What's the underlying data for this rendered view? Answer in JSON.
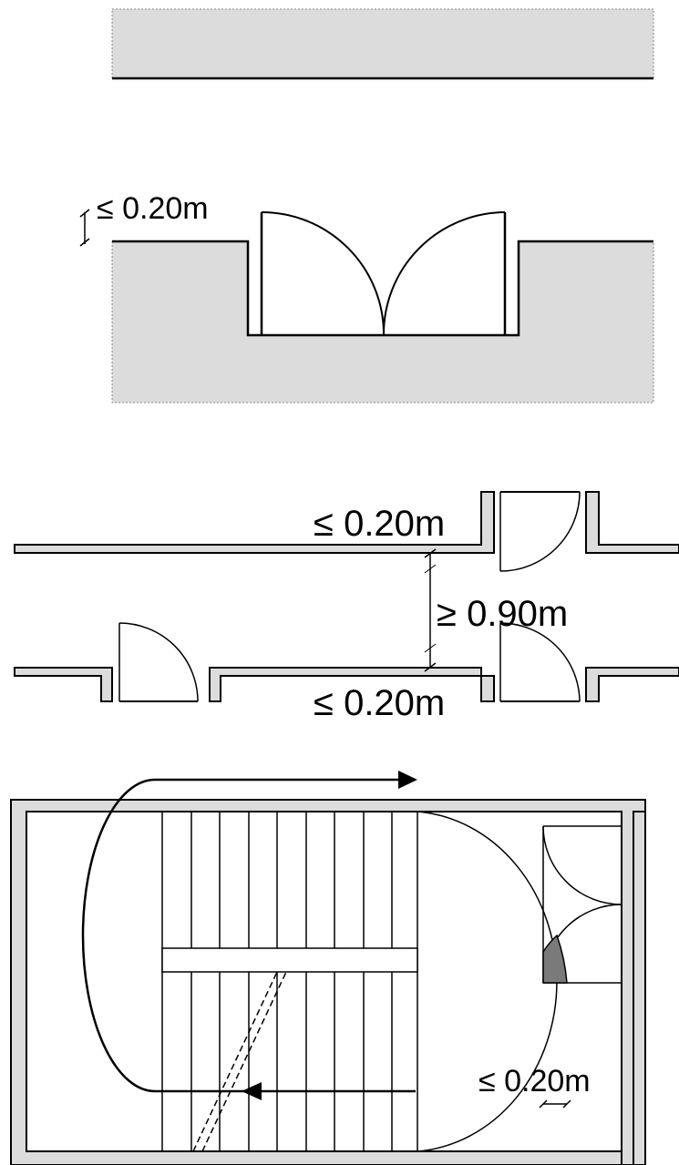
{
  "annotations": {
    "door_recess_max": "≤ 0.20m",
    "corridor_recess_top_max": "≤ 0.20m",
    "corridor_width_min": "≥ 0.90m",
    "corridor_recess_bottom_max": "≤ 0.20m",
    "stair_landing_max": "≤ 0.20m"
  },
  "colors": {
    "line": "#000000",
    "wall_fill": "#dcdcdc",
    "door_overlap_fill": "#7a7a7a",
    "background": "#ffffff"
  }
}
